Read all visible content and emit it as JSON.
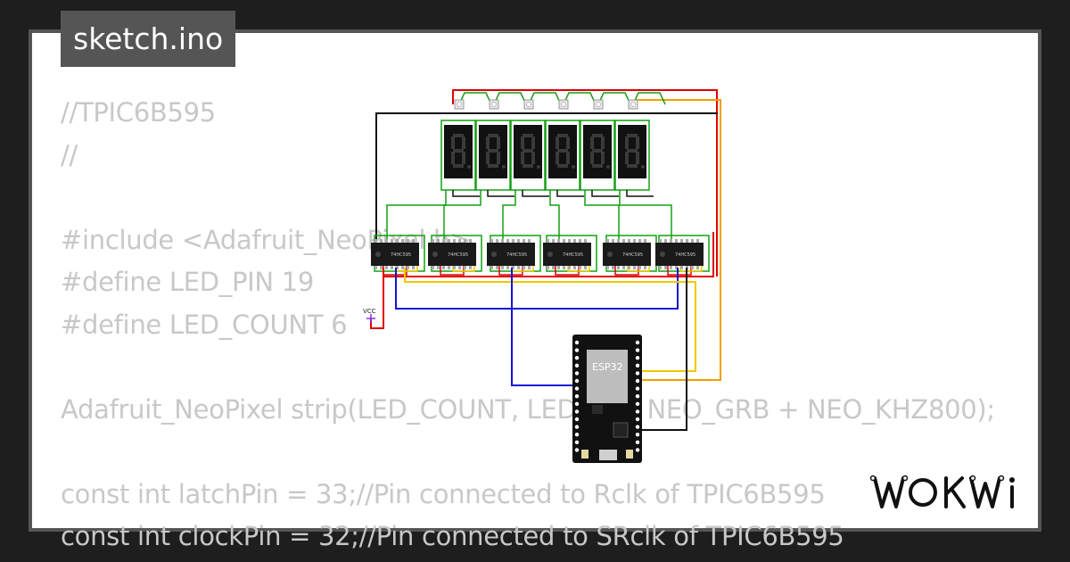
{
  "file_tab": {
    "label": "sketch.ino"
  },
  "code_lines": [
    "//TPIC6B595",
    "//",
    "",
    "#include <Adafruit_NeoPixel.h>",
    "#define LED_PIN 19",
    "#define LED_COUNT 6",
    "",
    "Adafruit_NeoPixel strip(LED_COUNT, LED_PIN, NEO_GRB + NEO_KHZ800);",
    "",
    "const int latchPin = 33;//Pin connected to Rclk of TPIC6B595",
    "const int clockPin = 32;//Pin connected to SRclk of TPIC6B595"
  ],
  "circuit": {
    "mcu_label": "ESP32",
    "vcc_label": "VCC",
    "shift_register_label": "74HC595",
    "display_count": 6,
    "pixel_count": 6,
    "register_count": 6
  },
  "brand": {
    "logo_text": "WOKWi"
  },
  "colors": {
    "background": "#1e1e1e",
    "card": "#ffffff",
    "tab": "#555555",
    "code_text": "#c8c8c8",
    "wire_red": "#e00000",
    "wire_green": "#14a014",
    "wire_blue": "#1414d2",
    "wire_yellow": "#f0c800",
    "wire_orange": "#f09a00",
    "wire_black": "#111111"
  }
}
